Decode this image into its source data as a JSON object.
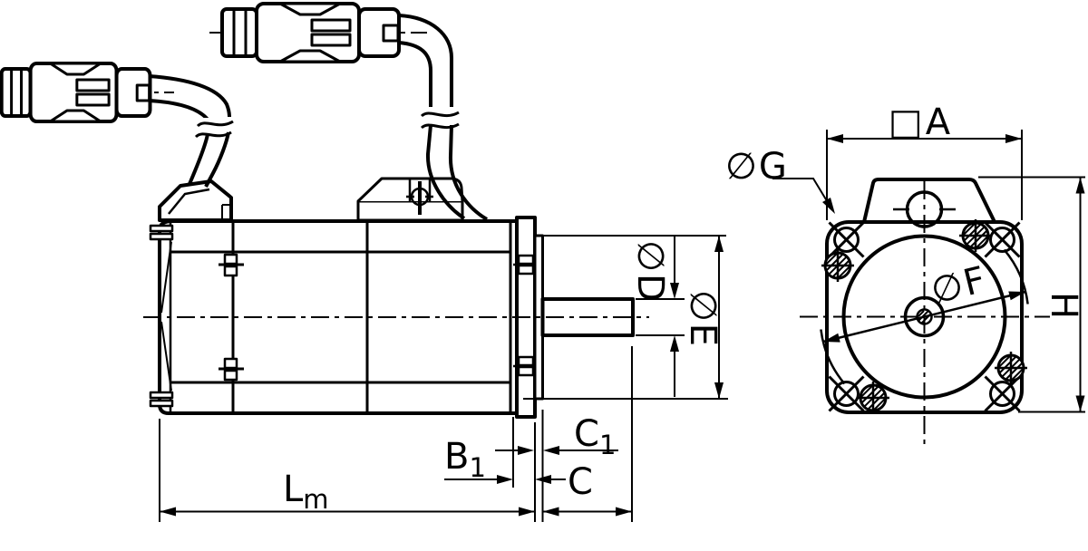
{
  "colors": {
    "line": "#000000",
    "background": "#ffffff"
  },
  "labels": {
    "flange_size": {
      "symbol": "□",
      "letter": "A"
    },
    "corner_hole_dia": {
      "symbol": "∅",
      "letter": "G"
    },
    "shaft_dia": {
      "symbol": "∅",
      "letter": "D"
    },
    "collar_dia": {
      "symbol": "∅",
      "letter": "E"
    },
    "pitch_circle_dia": {
      "symbol": "∅",
      "letter": "F"
    },
    "height": {
      "letter": "H"
    },
    "collar_length": {
      "letter": "C",
      "sub": "1"
    },
    "flange_thickness": {
      "letter": "B",
      "sub": "1"
    },
    "shaft_length": {
      "letter": "C"
    },
    "motor_length": {
      "letter": "L",
      "sub": "m"
    }
  }
}
